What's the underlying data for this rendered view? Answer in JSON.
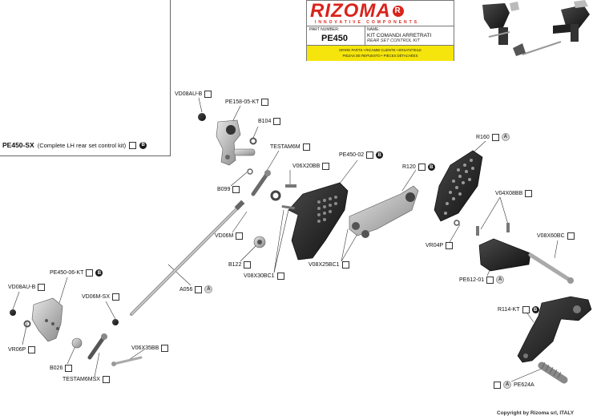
{
  "header": {
    "brand": "RIZOMA",
    "tagline": "INNOVATIVE COMPONENTS",
    "part_number_label": "PART NUMBER:",
    "part_number": "PE450",
    "name_label": "NAME:",
    "name_it": "KIT COMANDI ARRETRATI",
    "name_en": "REAR SET CONTROL KIT",
    "spare_line1": "SPARE PARTS • RICAMBI CLIENTE • ERSATZTEILE",
    "spare_line2": "PIEZAS DE REPUESTO • PIÈCES DÉTACHÉES"
  },
  "kit": {
    "code": "PE450-SX",
    "description": "(Complete LH rear set control kit)",
    "badge": "B"
  },
  "parts": [
    {
      "code": "VD08AU-B",
      "badge": ""
    },
    {
      "code": "PE158-05-KT",
      "badge": ""
    },
    {
      "code": "B104",
      "badge": ""
    },
    {
      "code": "TESTAM6M",
      "badge": ""
    },
    {
      "code": "B099",
      "badge": ""
    },
    {
      "code": "V06X20BB",
      "badge": ""
    },
    {
      "code": "PE450-02",
      "badge": "B"
    },
    {
      "code": "R120",
      "badge": "B"
    },
    {
      "code": "R160",
      "badge": "A"
    },
    {
      "code": "V04X08BB",
      "badge": ""
    },
    {
      "code": "VD06M",
      "badge": ""
    },
    {
      "code": "VR04P",
      "badge": ""
    },
    {
      "code": "V08X60BC",
      "badge": ""
    },
    {
      "code": "B122",
      "badge": ""
    },
    {
      "code": "V08X25BC1",
      "badge": ""
    },
    {
      "code": "V08X30BC1",
      "badge": ""
    },
    {
      "code": "PE612-01",
      "badge": "A"
    },
    {
      "code": "PE450-06-KT",
      "badge": "B"
    },
    {
      "code": "VD08AU-B",
      "badge": ""
    },
    {
      "code": "A056",
      "badge": "A"
    },
    {
      "code": "VD06M-SX",
      "badge": ""
    },
    {
      "code": "VR06P",
      "badge": ""
    },
    {
      "code": "R114-KT",
      "badge": "B"
    },
    {
      "code": "B026",
      "badge": ""
    },
    {
      "code": "V06X35BB",
      "badge": ""
    },
    {
      "code": "TESTAM6MSX",
      "badge": ""
    },
    {
      "code": "PE624A",
      "badge": "A"
    }
  ],
  "footer": {
    "copyright": "Copyright by Rizoma srl, ITALY"
  },
  "colors": {
    "brand_red": "#d9241c",
    "banner_yellow": "#f5e50c",
    "part_black": "#1c1c1c",
    "part_silver": "#b8b8b8"
  }
}
